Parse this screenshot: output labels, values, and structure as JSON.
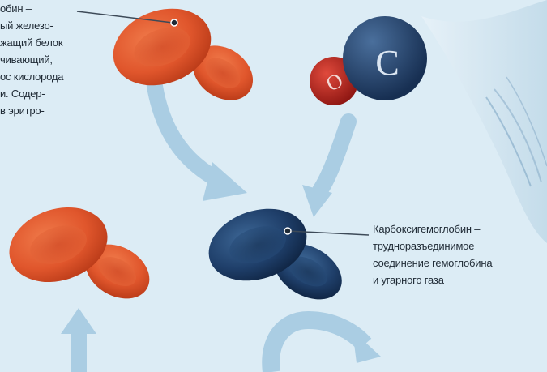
{
  "hemoglobin_caption": [
    "обин –",
    "ый железо-",
    "жащий белок",
    "чивающий,",
    "ос кислорода",
    "и. Содер-",
    "в эритро-"
  ],
  "carboxy_caption": [
    "Карбоксигемоглобин –",
    "трудноразъединимое",
    "соединение гемоглобина",
    "и угарного газа"
  ],
  "molecule_labels": {
    "oxygen": "O",
    "carbon": "C"
  },
  "colors": {
    "background": "#dcecf5",
    "red_cell": "#e0562c",
    "blue_cell": "#1f3f6a",
    "oxygen_atom": "#b5231e",
    "carbon_atom": "#21406a",
    "arrow": "#aacde3",
    "text": "#1f2a35"
  }
}
